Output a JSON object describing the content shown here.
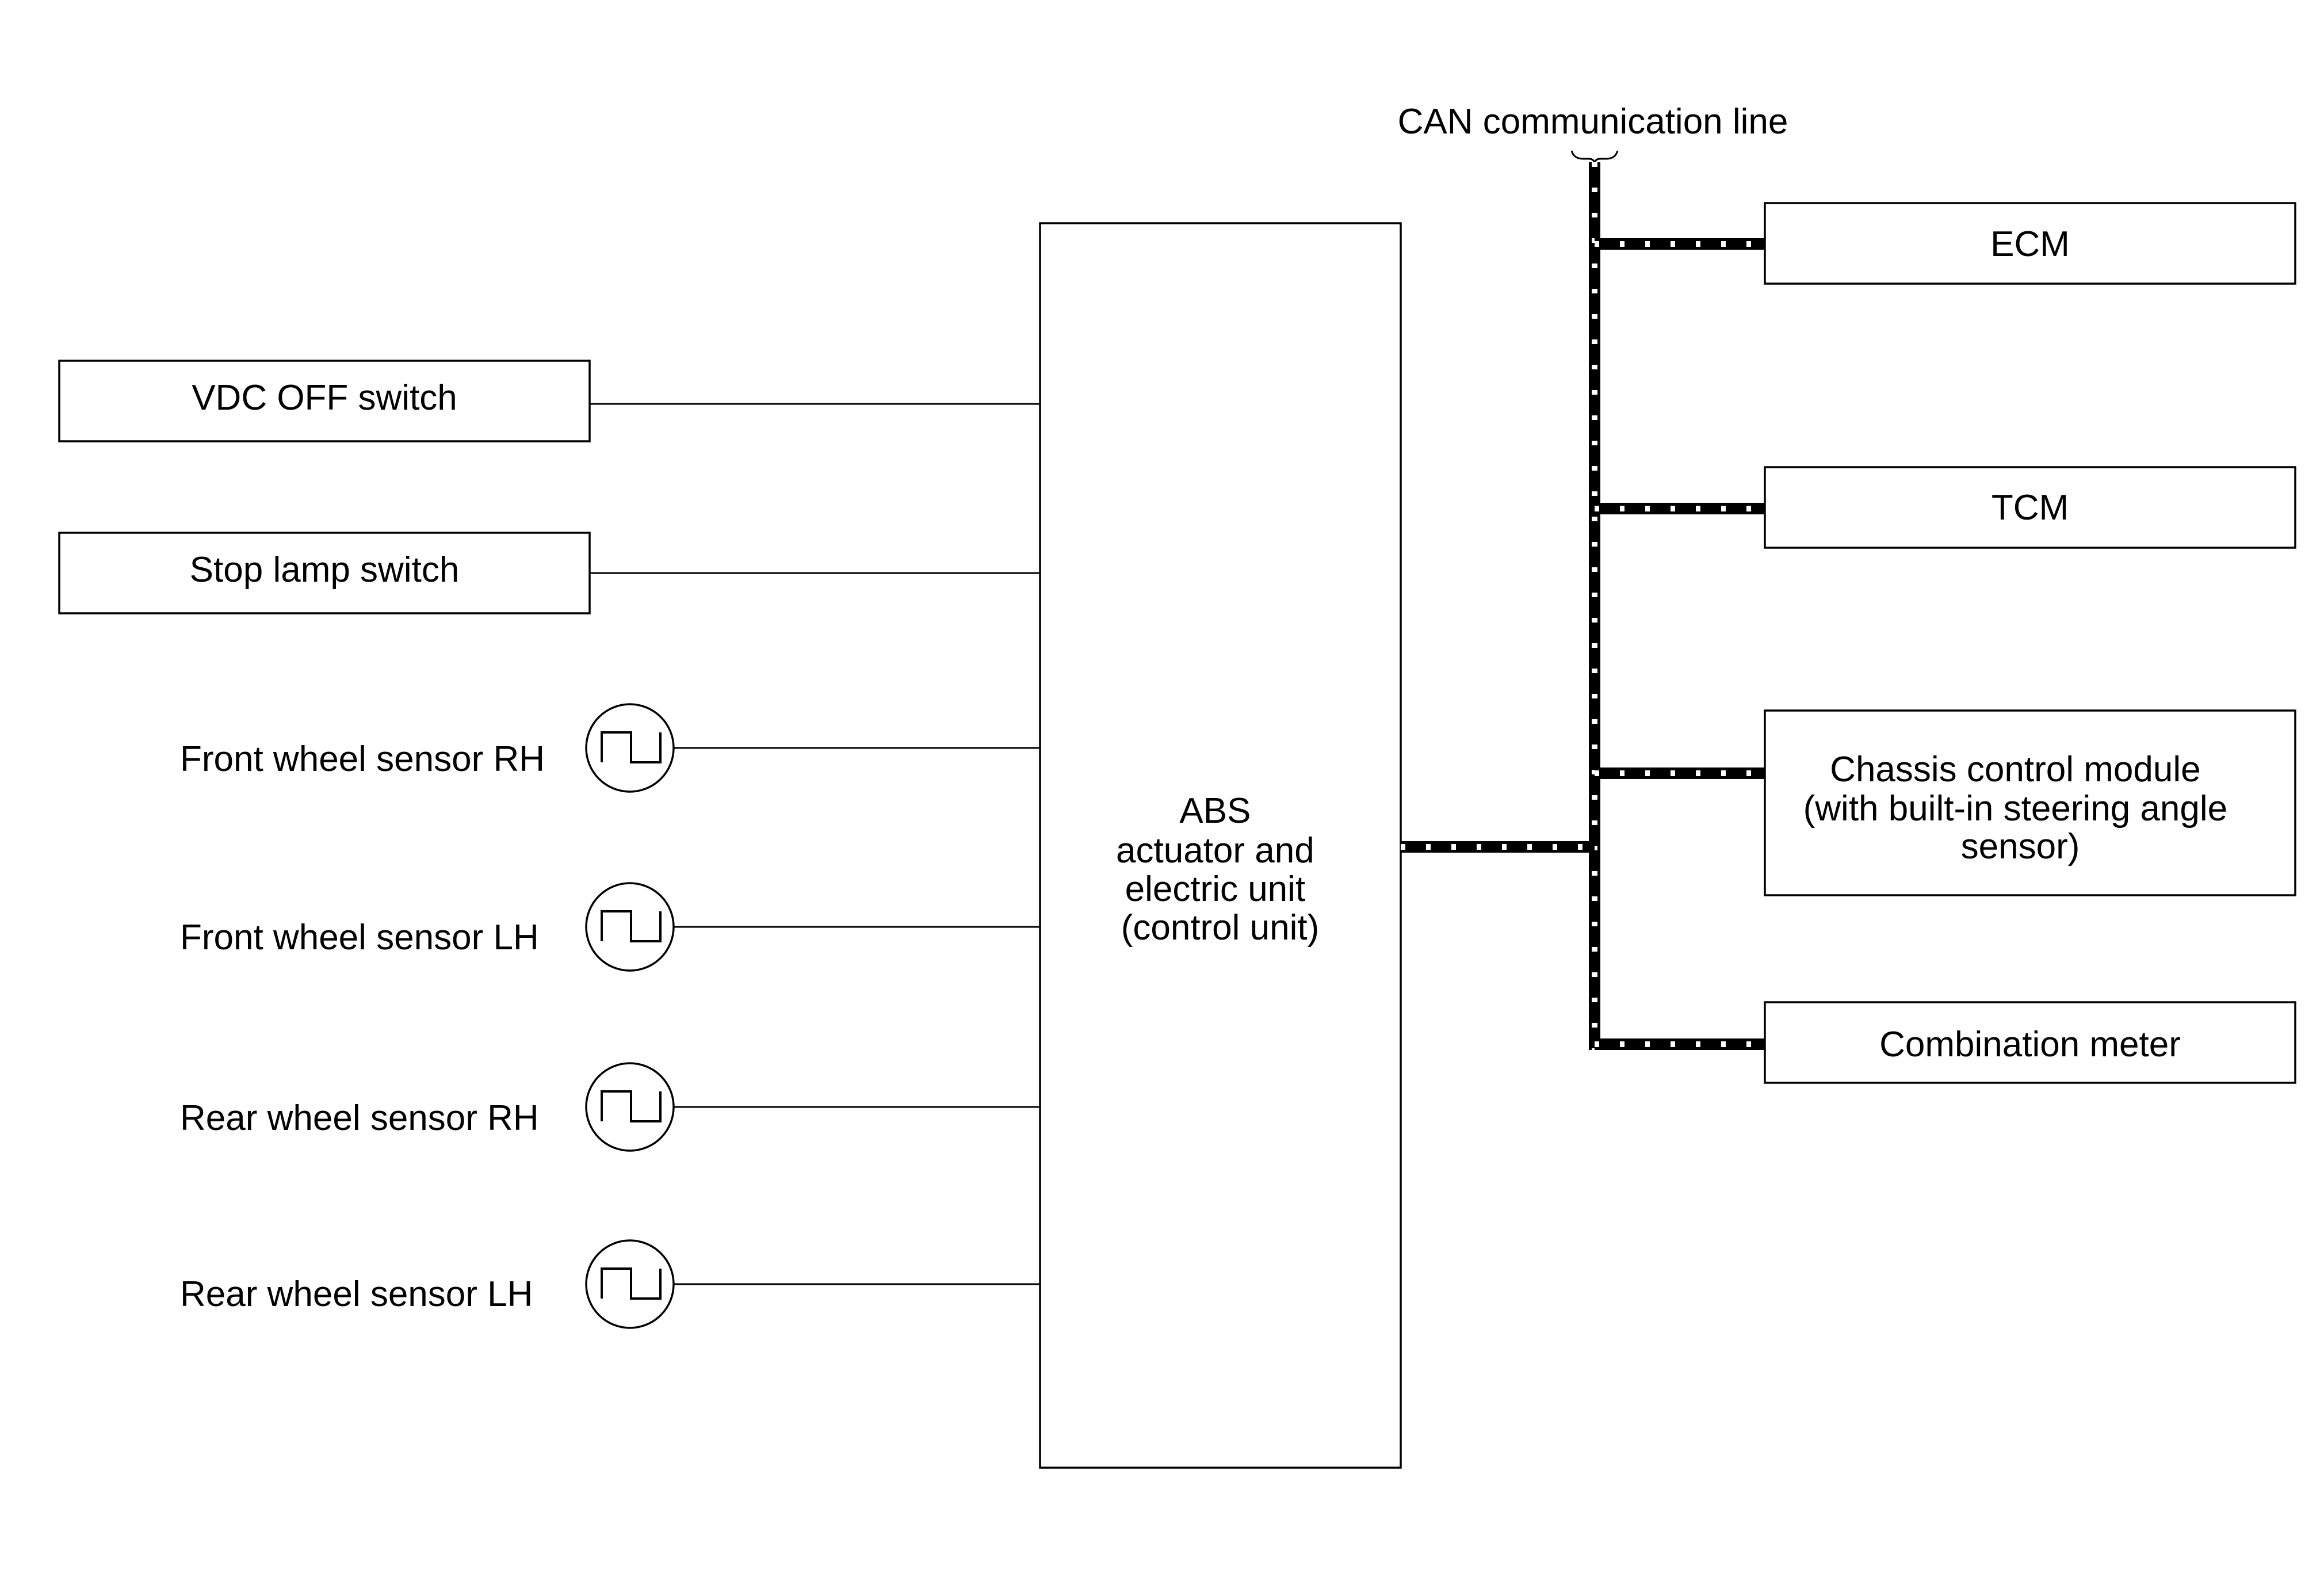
{
  "bus": {
    "label": "CAN communication line"
  },
  "control_unit": {
    "lines": [
      "ABS",
      "actuator and",
      "electric unit",
      "(control unit)"
    ]
  },
  "inputs": {
    "switches": [
      {
        "label": "VDC OFF switch"
      },
      {
        "label": "Stop lamp switch"
      }
    ],
    "sensors": [
      {
        "label": "Front wheel sensor RH"
      },
      {
        "label": "Front wheel sensor LH"
      },
      {
        "label": "Rear wheel sensor RH"
      },
      {
        "label": "Rear wheel sensor LH"
      }
    ]
  },
  "can_nodes": [
    {
      "lines": [
        "ECM"
      ]
    },
    {
      "lines": [
        "TCM"
      ]
    },
    {
      "lines": [
        "Chassis control module",
        "(with built-in steering angle",
        "sensor)"
      ]
    },
    {
      "lines": [
        "Combination meter"
      ]
    }
  ]
}
